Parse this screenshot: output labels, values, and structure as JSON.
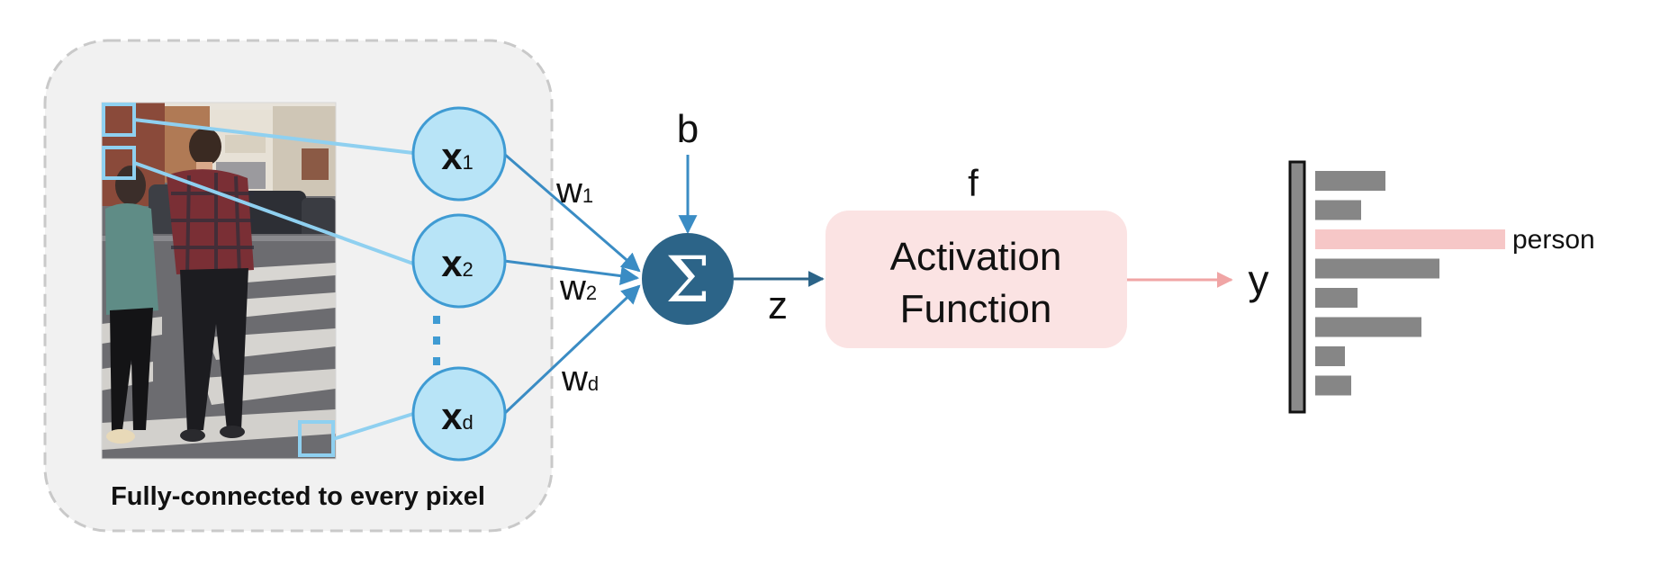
{
  "panel": {
    "caption": "Fully-connected to every pixel"
  },
  "inputs": [
    {
      "base": "x",
      "sub": "1"
    },
    {
      "base": "x",
      "sub": "2"
    },
    {
      "base": "x",
      "sub": "d"
    }
  ],
  "weights": [
    {
      "base": "w",
      "sub": "1"
    },
    {
      "base": "w",
      "sub": "2"
    },
    {
      "base": "w",
      "sub": "d"
    }
  ],
  "bias_label": "b",
  "sum_symbol": "Σ",
  "z_label": "z",
  "activation": {
    "f_label": "f",
    "line1": "Activation",
    "line2": "Function"
  },
  "output": {
    "y_label": "y",
    "highlight_label": "person"
  },
  "bars": [
    {
      "value": 0.35,
      "highlight": false
    },
    {
      "value": 0.23,
      "highlight": false
    },
    {
      "value": 0.95,
      "highlight": true
    },
    {
      "value": 0.62,
      "highlight": false
    },
    {
      "value": 0.21,
      "highlight": false
    },
    {
      "value": 0.53,
      "highlight": false
    },
    {
      "value": 0.15,
      "highlight": false
    },
    {
      "value": 0.18,
      "highlight": false
    }
  ],
  "colors": {
    "node_fill": "#b8e4f7",
    "node_stroke": "#3f9bd3",
    "pixel_line": "#8fd0f0",
    "weight_line": "#3a8cc4",
    "sum_fill": "#2c6488",
    "dark_arrow": "#2c6488",
    "activation_fill": "#fbe3e3",
    "pink_arrow": "#f0a5a5",
    "bar_grey": "#868686",
    "bar_highlight": "#f6c7c7",
    "panel_fill": "#f1f1f1",
    "panel_stroke": "#c9c9c9"
  }
}
